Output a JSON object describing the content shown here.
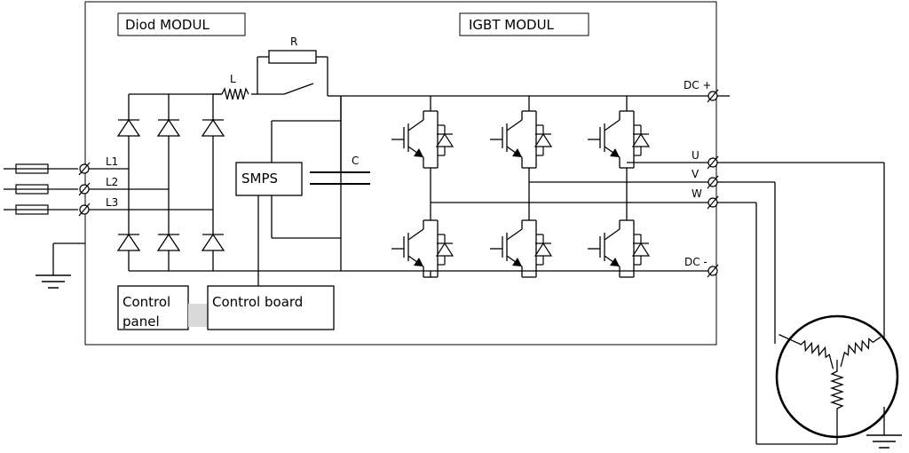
{
  "modules": {
    "diode": "Diod MODUL",
    "igbt": "IGBT MODUL"
  },
  "components": {
    "resistor": "R",
    "inductor": "L",
    "capacitor": "C",
    "smps": "SMPS"
  },
  "inputs": [
    "L1",
    "L2",
    "L3"
  ],
  "terminals": {
    "dc_plus": "DC +",
    "dc_minus": "DC -",
    "u": "U",
    "v": "V",
    "w": "W"
  },
  "control": {
    "panel_line1": "Control",
    "panel_line2": "panel",
    "board": "Control board"
  }
}
